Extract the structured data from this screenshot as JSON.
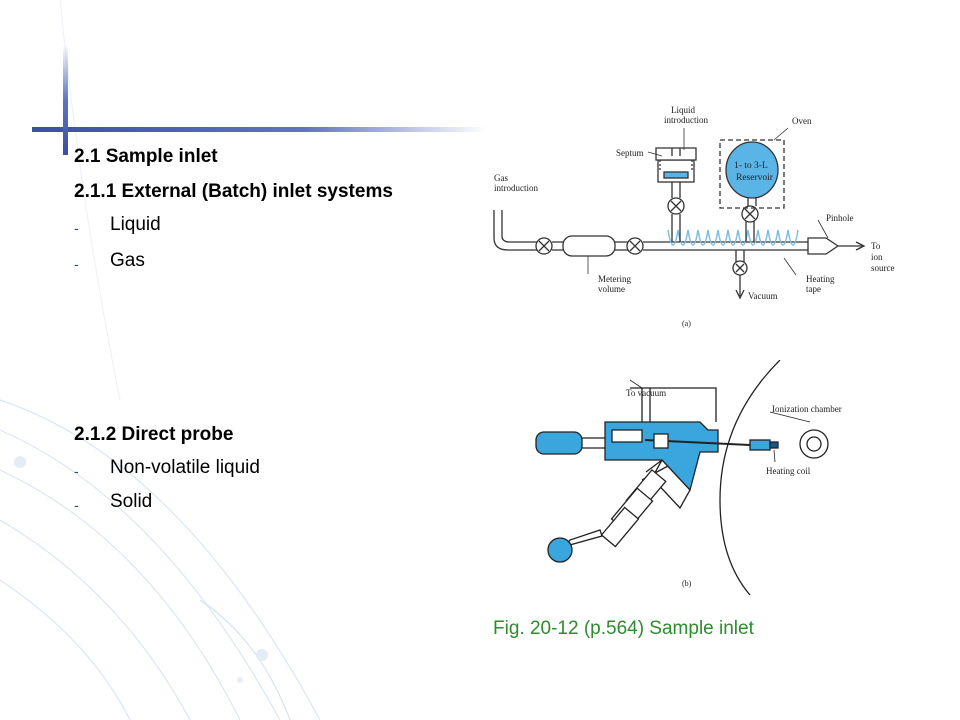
{
  "sections": {
    "heading_main": "2.1 Sample inlet",
    "heading_external": "2.1.1 External (Batch) inlet systems",
    "external_items": [
      "Liquid",
      "Gas"
    ],
    "heading_probe": "2.1.2 Direct probe",
    "probe_items": [
      "Non-volatile liquid",
      "Solid"
    ],
    "bullet_marker": "-"
  },
  "figure_a": {
    "labels": {
      "liquid_introduction": [
        "Liquid",
        "introduction"
      ],
      "septum": "Septum",
      "oven": "Oven",
      "reservoir": [
        "1- to 3-L",
        "Reservoir"
      ],
      "gas_introduction": [
        "Gas",
        "introduction"
      ],
      "pinhole": "Pinhole",
      "to_ion_source": [
        "To",
        "ion",
        "source"
      ],
      "metering_volume": [
        "Metering",
        "volume"
      ],
      "vacuum": "Vacuum",
      "heating_tape": [
        "Heating",
        "tape"
      ],
      "panel": "(a)"
    },
    "colors": {
      "fill": "#5bb4e6",
      "line": "#333333"
    }
  },
  "figure_b": {
    "labels": {
      "to_vacuum": "To vacuum",
      "ionization_chamber": "Ionization chamber",
      "heating_coil": "Heating coil",
      "panel": "(b)"
    },
    "colors": {
      "fill": "#3aa6de",
      "line": "#222222"
    }
  },
  "caption": "Fig. 20-12 (p.564)  Sample inlet"
}
